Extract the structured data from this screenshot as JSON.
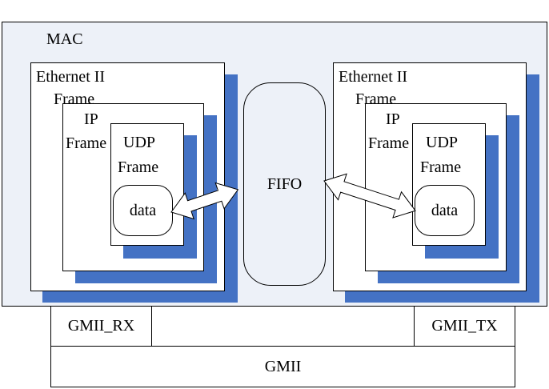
{
  "colors": {
    "mac_fill": "#edf1f8",
    "shadow": "#4472c4",
    "frame_fill": "#ffffff",
    "line": "#000000"
  },
  "mac": {
    "label": "MAC"
  },
  "left_stack": {
    "ethernet": {
      "line1": "Ethernet II",
      "line2": "Frame"
    },
    "ip": {
      "line1": "IP",
      "line2": "Frame"
    },
    "udp": {
      "line1": "UDP",
      "line2": "Frame"
    },
    "data": "data"
  },
  "fifo": {
    "label": "FIFO"
  },
  "right_stack": {
    "ethernet": {
      "line1": "Ethernet II",
      "line2": "Frame"
    },
    "ip": {
      "line1": "IP",
      "line2": "Frame"
    },
    "udp": {
      "line1": "UDP",
      "line2": "Frame"
    },
    "data": "data"
  },
  "gmii": {
    "rx_label": "GMII_RX",
    "tx_label": "GMII_TX",
    "label": "GMII"
  }
}
